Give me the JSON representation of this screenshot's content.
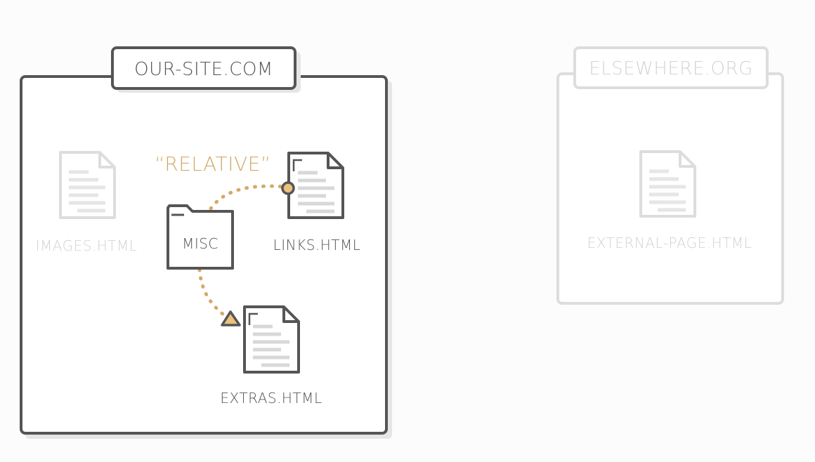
{
  "sites": {
    "local": {
      "domain_label": "OUR-SITE.COM"
    },
    "external": {
      "domain_label": "ELSEWHERE.ORG"
    }
  },
  "files": {
    "images": {
      "label": "IMAGES.HTML"
    },
    "misc_folder": {
      "label": "MISC"
    },
    "links": {
      "label": "LINKS.HTML"
    },
    "extras": {
      "label": "EXTRAS.HTML"
    },
    "external_page": {
      "label": "EXTERNAL-PAGE.HTML"
    }
  },
  "link_path": {
    "label": "“RELATIVE”"
  },
  "colors": {
    "active_stroke": "#555555",
    "faded_stroke": "#dddddd",
    "faded_text": "#d3d3d3",
    "accent": "#d4aa66",
    "accent_fill": "#e9c27e",
    "doc_lines_active": "#d8d8d8",
    "doc_lines_faded": "#e6e6e6",
    "background": "#fcfcfc"
  }
}
